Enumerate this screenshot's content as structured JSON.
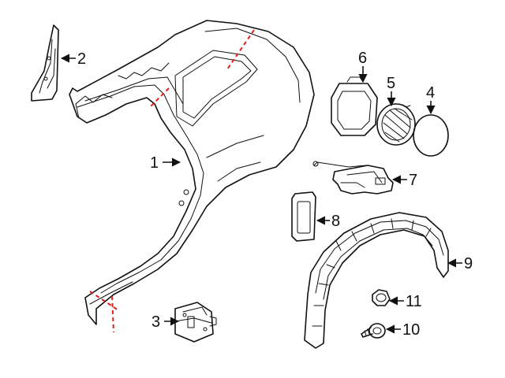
{
  "callouts": [
    {
      "id": "c1",
      "text": "1"
    },
    {
      "id": "c2",
      "text": "2"
    },
    {
      "id": "c3",
      "text": "3"
    },
    {
      "id": "c4",
      "text": "4"
    },
    {
      "id": "c5",
      "text": "5"
    },
    {
      "id": "c6",
      "text": "6"
    },
    {
      "id": "c7",
      "text": "7"
    },
    {
      "id": "c8",
      "text": "8"
    },
    {
      "id": "c9",
      "text": "9"
    },
    {
      "id": "c10",
      "text": "10"
    },
    {
      "id": "c11",
      "text": "11"
    }
  ],
  "colors": {
    "line": "#111111",
    "cut_line": "#e0201b",
    "background": "#ffffff"
  }
}
